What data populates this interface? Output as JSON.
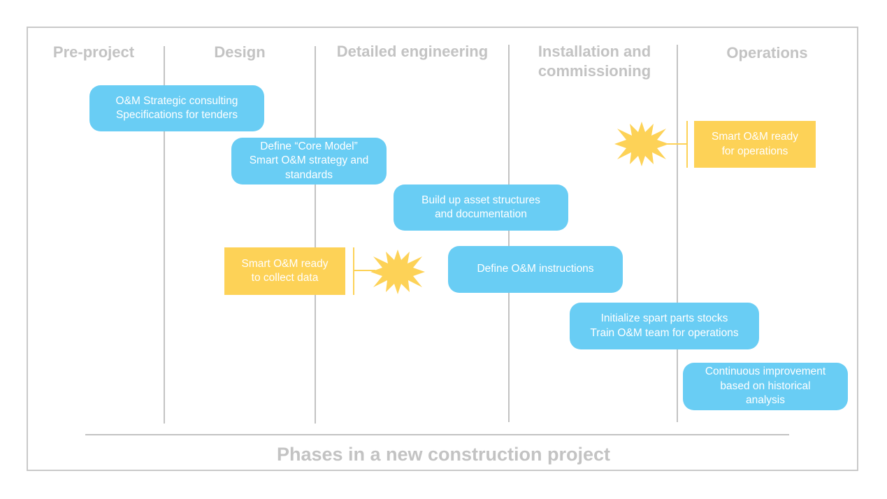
{
  "phases": [
    {
      "label": "Pre-project"
    },
    {
      "label": "Design"
    },
    {
      "label": "Detailed engineering"
    },
    {
      "label": "Installation and\ncommissioning"
    },
    {
      "label": "Operations"
    }
  ],
  "tasks": [
    {
      "text": "O&M Strategic consulting\nSpecifications for tenders"
    },
    {
      "text": "Define “Core Model”\nSmart O&M strategy and\nstandards"
    },
    {
      "text": "Build up asset structures\nand documentation"
    },
    {
      "text": "Define O&M instructions"
    },
    {
      "text": "Initialize spart parts stocks\nTrain O&M team for operations"
    },
    {
      "text": "Continuous improvement\nbased on historical\nanalysis"
    }
  ],
  "milestones": [
    {
      "text": "Smart O&M ready\nto collect data"
    },
    {
      "text": "Smart O&M ready\nfor operations"
    }
  ],
  "colors": {
    "task_fill": "#69cdf4",
    "milestone_fill": "#fdd257",
    "phase_text": "#c3c3c3"
  },
  "caption": "Phases in a new construction project"
}
